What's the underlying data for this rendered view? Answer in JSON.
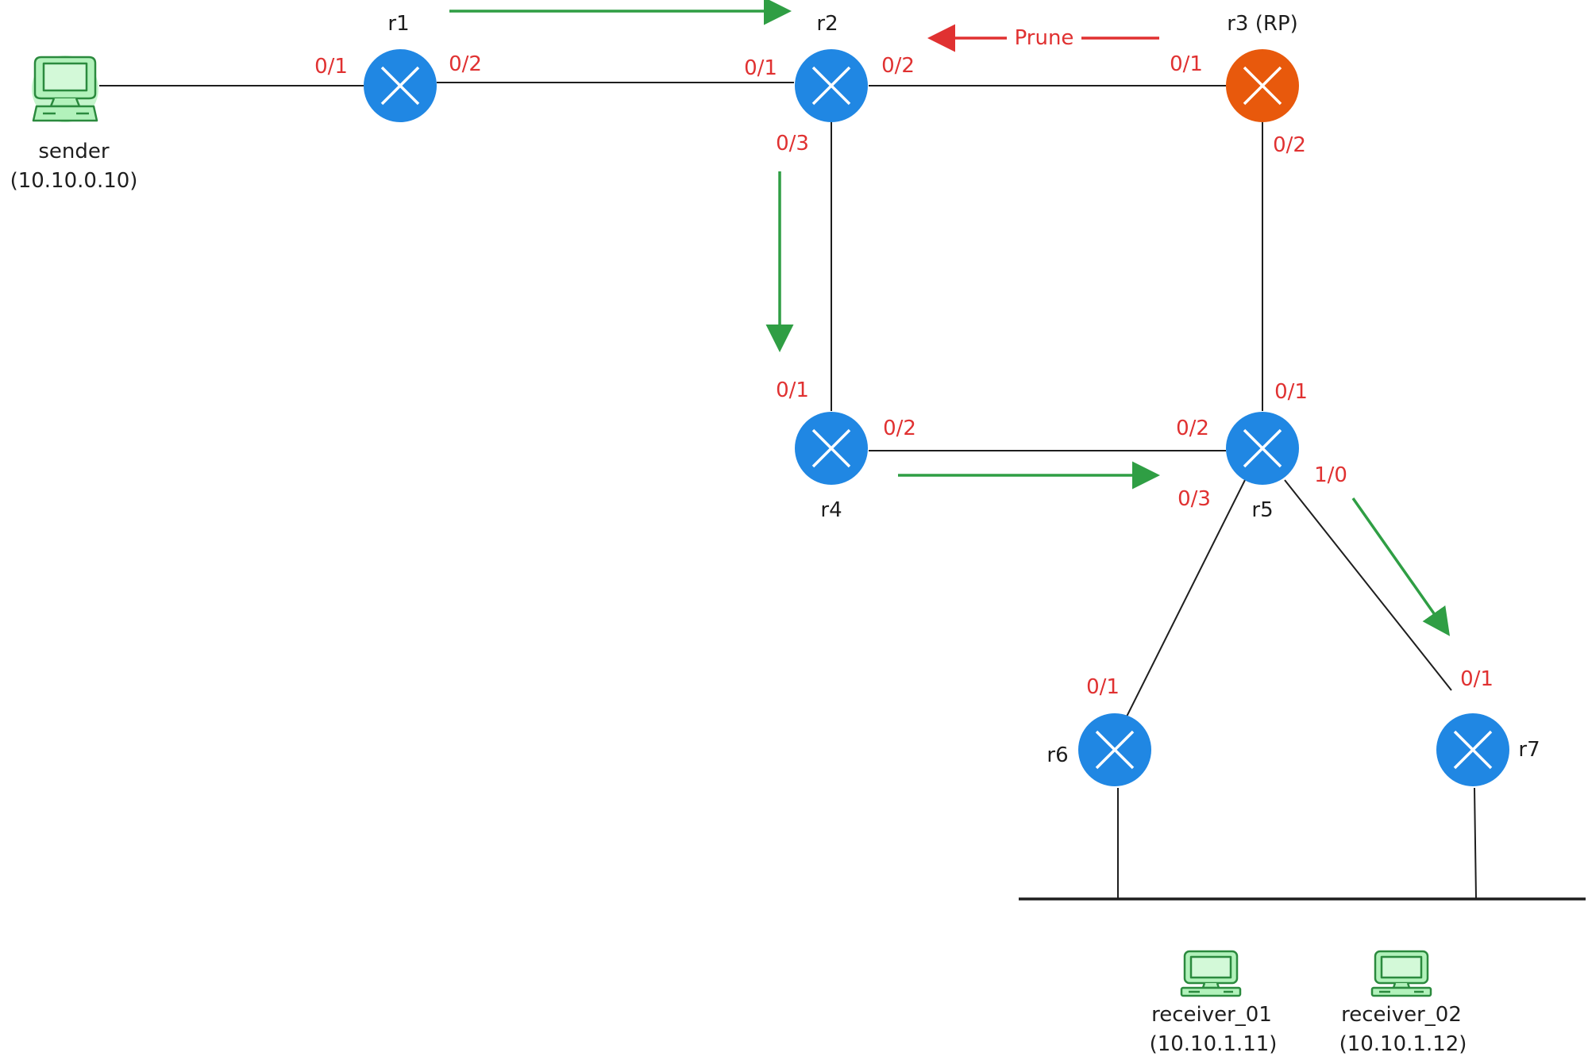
{
  "colors": {
    "router": "#2087e3",
    "rp_router": "#e8590c",
    "interface_label": "#e03131",
    "flow_arrow": "#2f9e44",
    "prune_arrow": "#e03131",
    "host_fill": "#b2f2bb",
    "host_stroke": "#2b8a3e",
    "line": "#1e1e1e"
  },
  "routers": {
    "r1": "r1",
    "r2": "r2",
    "r3": "r3 (RP)",
    "r4": "r4",
    "r5": "r5",
    "r6": "r6",
    "r7": "r7"
  },
  "hosts": {
    "sender": {
      "name": "sender",
      "ip": "(10.10.0.10)"
    },
    "receiver_01": {
      "name": "receiver_01",
      "ip": "(10.10.1.11)"
    },
    "receiver_02": {
      "name": "receiver_02",
      "ip": "(10.10.1.12)"
    }
  },
  "prune_label": "Prune",
  "interfaces": {
    "r1_left": "0/1",
    "r1_right": "0/2",
    "r2_left": "0/1",
    "r2_right": "0/2",
    "r2_down": "0/3",
    "r3_left": "0/1",
    "r3_down": "0/2",
    "r4_up": "0/1",
    "r4_right": "0/2",
    "r5_up": "0/1",
    "r5_left": "0/2",
    "r5_downleft": "0/3",
    "r5_downright": "1/0",
    "r6_up": "0/1",
    "r7_up": "0/1"
  }
}
